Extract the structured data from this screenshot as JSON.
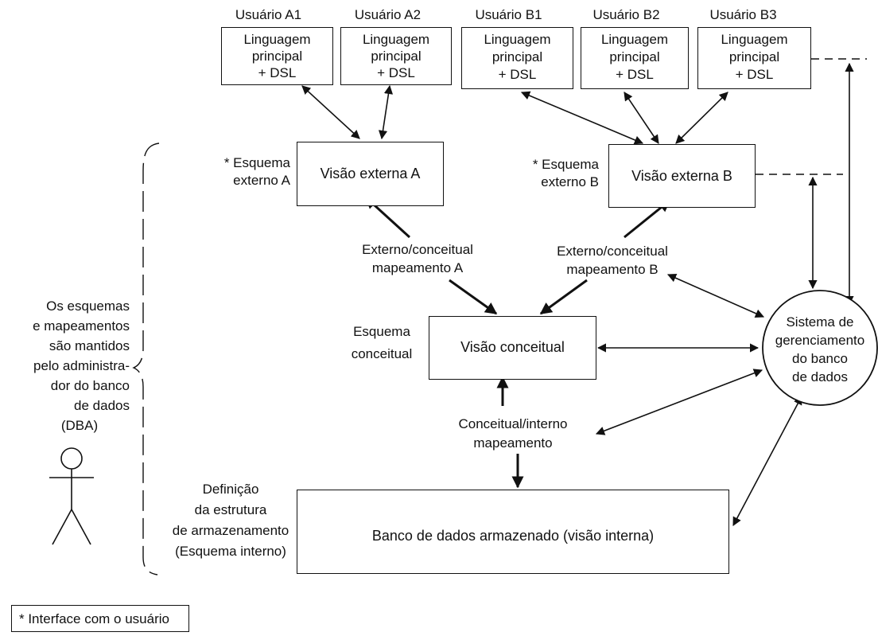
{
  "users": [
    {
      "name": "Usuário A1",
      "lines": [
        "Linguagem",
        "principal",
        "+ DSL"
      ]
    },
    {
      "name": "Usuário A2",
      "lines": [
        "Linguagem",
        "principal",
        "+ DSL"
      ]
    },
    {
      "name": "Usuário B1",
      "lines": [
        "Linguagem",
        "principal",
        "+ DSL"
      ]
    },
    {
      "name": "Usuário B2",
      "lines": [
        "Linguagem",
        "principal",
        "+ DSL"
      ]
    },
    {
      "name": "Usuário B3",
      "lines": [
        "Linguagem",
        "principal",
        "+ DSL"
      ]
    }
  ],
  "external_schema_a": {
    "lines": [
      "* Esquema",
      "externo A"
    ]
  },
  "external_schema_b": {
    "lines": [
      "* Esquema",
      "externo B"
    ]
  },
  "view_external_a": "Visão externa A",
  "view_external_b": "Visão externa B",
  "mapping_a": {
    "lines": [
      "Externo/conceitual",
      "mapeamento A"
    ]
  },
  "mapping_b": {
    "lines": [
      "Externo/conceitual",
      "mapeamento B"
    ]
  },
  "conceptual_schema": {
    "lines": [
      "Esquema",
      "conceitual"
    ]
  },
  "view_conceptual": "Visão conceitual",
  "conceptual_internal_mapping": {
    "lines": [
      "Conceitual/interno",
      "mapeamento"
    ]
  },
  "storage_definition": {
    "lines": [
      "Definição",
      "da estrutura",
      "de armazenamento",
      "(Esquema interno)"
    ]
  },
  "stored_database": "Banco de dados armazenado (visão interna)",
  "dbms": {
    "lines": [
      "Sistema de",
      "gerenciamento",
      "do banco",
      "de dados"
    ]
  },
  "dba_note": {
    "lines": [
      "Os esquemas",
      "e mapeamentos",
      "são mantidos",
      "pelo administra-",
      "dor do banco",
      "de dados",
      "(DBA)"
    ]
  },
  "legend": "* Interface com o usuário"
}
